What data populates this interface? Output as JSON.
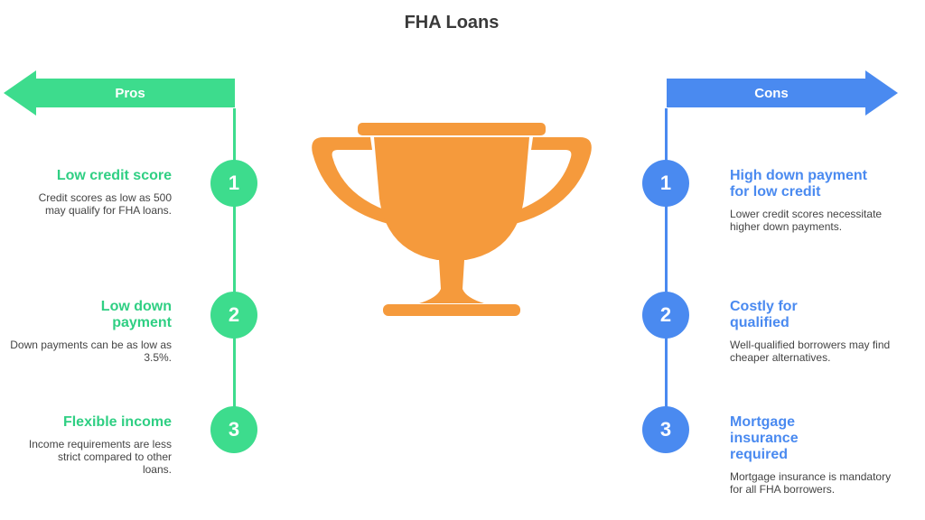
{
  "title": "FHA Loans",
  "colors": {
    "pros": "#3ddc8d",
    "cons": "#4a8af0",
    "trophy": "#f59a3c"
  },
  "pros": {
    "label": "Pros",
    "items": [
      {
        "number": "1",
        "heading": "Low credit score",
        "description": "Credit scores as low as 500 may qualify for FHA loans."
      },
      {
        "number": "2",
        "heading": "Low down payment",
        "description": "Down payments can be as low as 3.5%."
      },
      {
        "number": "3",
        "heading": "Flexible income",
        "description": "Income requirements are less strict compared to other loans."
      }
    ]
  },
  "cons": {
    "label": "Cons",
    "items": [
      {
        "number": "1",
        "heading": "High down payment for low credit",
        "description": "Lower credit scores necessitate higher down payments."
      },
      {
        "number": "2",
        "heading": "Costly for qualified",
        "description": "Well-qualified borrowers may find cheaper alternatives."
      },
      {
        "number": "3",
        "heading": "Mortgage insurance required",
        "description": "Mortgage insurance is mandatory for all FHA borrowers."
      }
    ]
  },
  "icon": "trophy-icon"
}
